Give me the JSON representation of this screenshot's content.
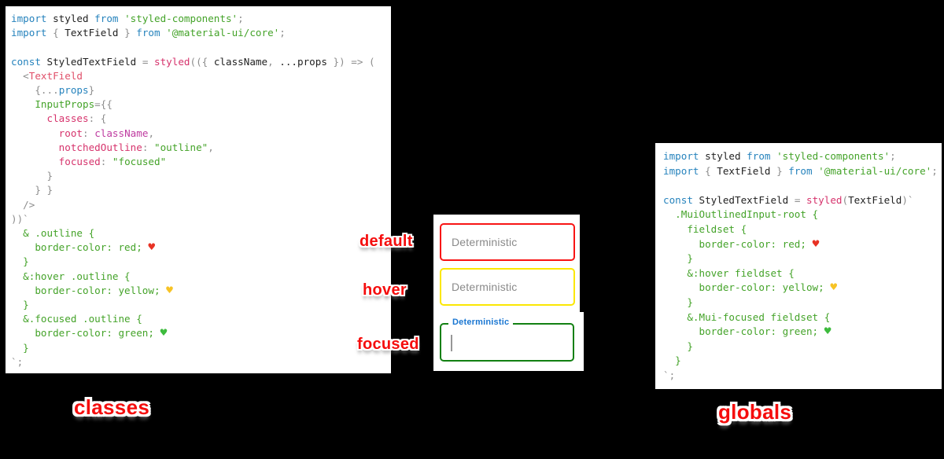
{
  "colors": {
    "background": "#000000",
    "code_background": "#ffffff",
    "syntax_keyword": "#2683bd",
    "syntax_string": "#44a329",
    "syntax_css": "#44a329",
    "syntax_property": "#d6336c",
    "syntax_identifier": "#222222",
    "syntax_punctuation": "#8d8d8d",
    "default_border": "#f81414",
    "hover_border": "#fbe703",
    "focused_border": "#128012",
    "focused_label_blue": "#1976d2",
    "placeholder_gray": "#8a8a8a",
    "annotation_red": "#f50d0d",
    "heart_red": "#e83224",
    "heart_yellow": "#f7c325",
    "heart_green": "#3dbb3d"
  },
  "annotations": {
    "default": "default",
    "hover": "hover",
    "focused": "focused",
    "classes": "classes",
    "globals": "globals"
  },
  "demo": {
    "placeholder": "Deterministic",
    "focused_label": "Deterministic"
  },
  "left_code": {
    "lines": [
      [
        {
          "t": "import ",
          "c": "kw"
        },
        {
          "t": "styled ",
          "c": "id"
        },
        {
          "t": "from ",
          "c": "kw"
        },
        {
          "t": "'styled-components'",
          "c": "str"
        },
        {
          "t": ";",
          "c": "pun"
        }
      ],
      [
        {
          "t": "import ",
          "c": "kw"
        },
        {
          "t": "{ ",
          "c": "pun"
        },
        {
          "t": "TextField ",
          "c": "id"
        },
        {
          "t": "} ",
          "c": "pun"
        },
        {
          "t": "from ",
          "c": "kw"
        },
        {
          "t": "'@material-ui/core'",
          "c": "str"
        },
        {
          "t": ";",
          "c": "pun"
        }
      ],
      [
        {
          "t": " ",
          "c": "id"
        }
      ],
      [
        {
          "t": "const ",
          "c": "kw"
        },
        {
          "t": "StyledTextField ",
          "c": "id"
        },
        {
          "t": "= ",
          "c": "pun"
        },
        {
          "t": "styled",
          "c": "fn"
        },
        {
          "t": "(({ ",
          "c": "pun"
        },
        {
          "t": "className",
          "c": "id"
        },
        {
          "t": ", ",
          "c": "pun"
        },
        {
          "t": "...props ",
          "c": "id"
        },
        {
          "t": "}) ",
          "c": "pun"
        },
        {
          "t": "=> ",
          "c": "pun"
        },
        {
          "t": "(",
          "c": "pun"
        }
      ],
      [
        {
          "t": "  ",
          "c": "id"
        },
        {
          "t": "<",
          "c": "pun"
        },
        {
          "t": "TextField",
          "c": "tag"
        }
      ],
      [
        {
          "t": "    ",
          "c": "id"
        },
        {
          "t": "{...",
          "c": "pun"
        },
        {
          "t": "props",
          "c": "kw"
        },
        {
          "t": "}",
          "c": "pun"
        }
      ],
      [
        {
          "t": "    ",
          "c": "id"
        },
        {
          "t": "InputProps",
          "c": "atr"
        },
        {
          "t": "={{",
          "c": "pun"
        }
      ],
      [
        {
          "t": "      ",
          "c": "id"
        },
        {
          "t": "classes",
          "c": "prp"
        },
        {
          "t": ": ",
          "c": "pun"
        },
        {
          "t": "{",
          "c": "pun"
        }
      ],
      [
        {
          "t": "        ",
          "c": "id"
        },
        {
          "t": "root",
          "c": "prp"
        },
        {
          "t": ": ",
          "c": "pun"
        },
        {
          "t": "className",
          "c": "mg"
        },
        {
          "t": ",",
          "c": "pun"
        }
      ],
      [
        {
          "t": "        ",
          "c": "id"
        },
        {
          "t": "notchedOutline",
          "c": "prp"
        },
        {
          "t": ": ",
          "c": "pun"
        },
        {
          "t": "\"outline\"",
          "c": "str"
        },
        {
          "t": ",",
          "c": "pun"
        }
      ],
      [
        {
          "t": "        ",
          "c": "id"
        },
        {
          "t": "focused",
          "c": "prp"
        },
        {
          "t": ": ",
          "c": "pun"
        },
        {
          "t": "\"focused\"",
          "c": "str"
        }
      ],
      [
        {
          "t": "      }",
          "c": "pun"
        }
      ],
      [
        {
          "t": "    } }",
          "c": "pun"
        }
      ],
      [
        {
          "t": "  />",
          "c": "pun"
        }
      ],
      [
        {
          "t": "))`",
          "c": "pun"
        }
      ],
      [
        {
          "t": "  & .outline {",
          "c": "css"
        }
      ],
      [
        {
          "t": "    border-color: red; ",
          "c": "css"
        },
        {
          "t": "♥",
          "c": "hr"
        }
      ],
      [
        {
          "t": "  }",
          "c": "css"
        }
      ],
      [
        {
          "t": "  &:hover .outline {",
          "c": "css"
        }
      ],
      [
        {
          "t": "    border-color: yellow; ",
          "c": "css"
        },
        {
          "t": "♥",
          "c": "hy"
        }
      ],
      [
        {
          "t": "  }",
          "c": "css"
        }
      ],
      [
        {
          "t": "  &.focused .outline {",
          "c": "css"
        }
      ],
      [
        {
          "t": "    border-color: green; ",
          "c": "css"
        },
        {
          "t": "♥",
          "c": "hg"
        }
      ],
      [
        {
          "t": "  }",
          "c": "css"
        }
      ],
      [
        {
          "t": "`;",
          "c": "pun"
        }
      ]
    ]
  },
  "right_code": {
    "lines": [
      [
        {
          "t": "import ",
          "c": "kw"
        },
        {
          "t": "styled ",
          "c": "id"
        },
        {
          "t": "from ",
          "c": "kw"
        },
        {
          "t": "'styled-components'",
          "c": "str"
        },
        {
          "t": ";",
          "c": "pun"
        }
      ],
      [
        {
          "t": "import ",
          "c": "kw"
        },
        {
          "t": "{ ",
          "c": "pun"
        },
        {
          "t": "TextField ",
          "c": "id"
        },
        {
          "t": "} ",
          "c": "pun"
        },
        {
          "t": "from ",
          "c": "kw"
        },
        {
          "t": "'@material-ui/core'",
          "c": "str"
        },
        {
          "t": ";",
          "c": "pun"
        }
      ],
      [
        {
          "t": " ",
          "c": "id"
        }
      ],
      [
        {
          "t": "const ",
          "c": "kw"
        },
        {
          "t": "StyledTextField ",
          "c": "id"
        },
        {
          "t": "= ",
          "c": "pun"
        },
        {
          "t": "styled",
          "c": "fn"
        },
        {
          "t": "(",
          "c": "pun"
        },
        {
          "t": "TextField",
          "c": "id"
        },
        {
          "t": ")`",
          "c": "pun"
        }
      ],
      [
        {
          "t": "  .MuiOutlinedInput-root {",
          "c": "css"
        }
      ],
      [
        {
          "t": "    fieldset {",
          "c": "css"
        }
      ],
      [
        {
          "t": "      border-color: red; ",
          "c": "css"
        },
        {
          "t": "♥",
          "c": "hr"
        }
      ],
      [
        {
          "t": "    }",
          "c": "css"
        }
      ],
      [
        {
          "t": "    &:hover fieldset {",
          "c": "css"
        }
      ],
      [
        {
          "t": "      border-color: yellow; ",
          "c": "css"
        },
        {
          "t": "♥",
          "c": "hy"
        }
      ],
      [
        {
          "t": "    }",
          "c": "css"
        }
      ],
      [
        {
          "t": "    &.Mui-focused fieldset {",
          "c": "css"
        }
      ],
      [
        {
          "t": "      border-color: green; ",
          "c": "css"
        },
        {
          "t": "♥",
          "c": "hg"
        }
      ],
      [
        {
          "t": "    }",
          "c": "css"
        }
      ],
      [
        {
          "t": "  }",
          "c": "css"
        }
      ],
      [
        {
          "t": "`;",
          "c": "pun"
        }
      ]
    ]
  }
}
